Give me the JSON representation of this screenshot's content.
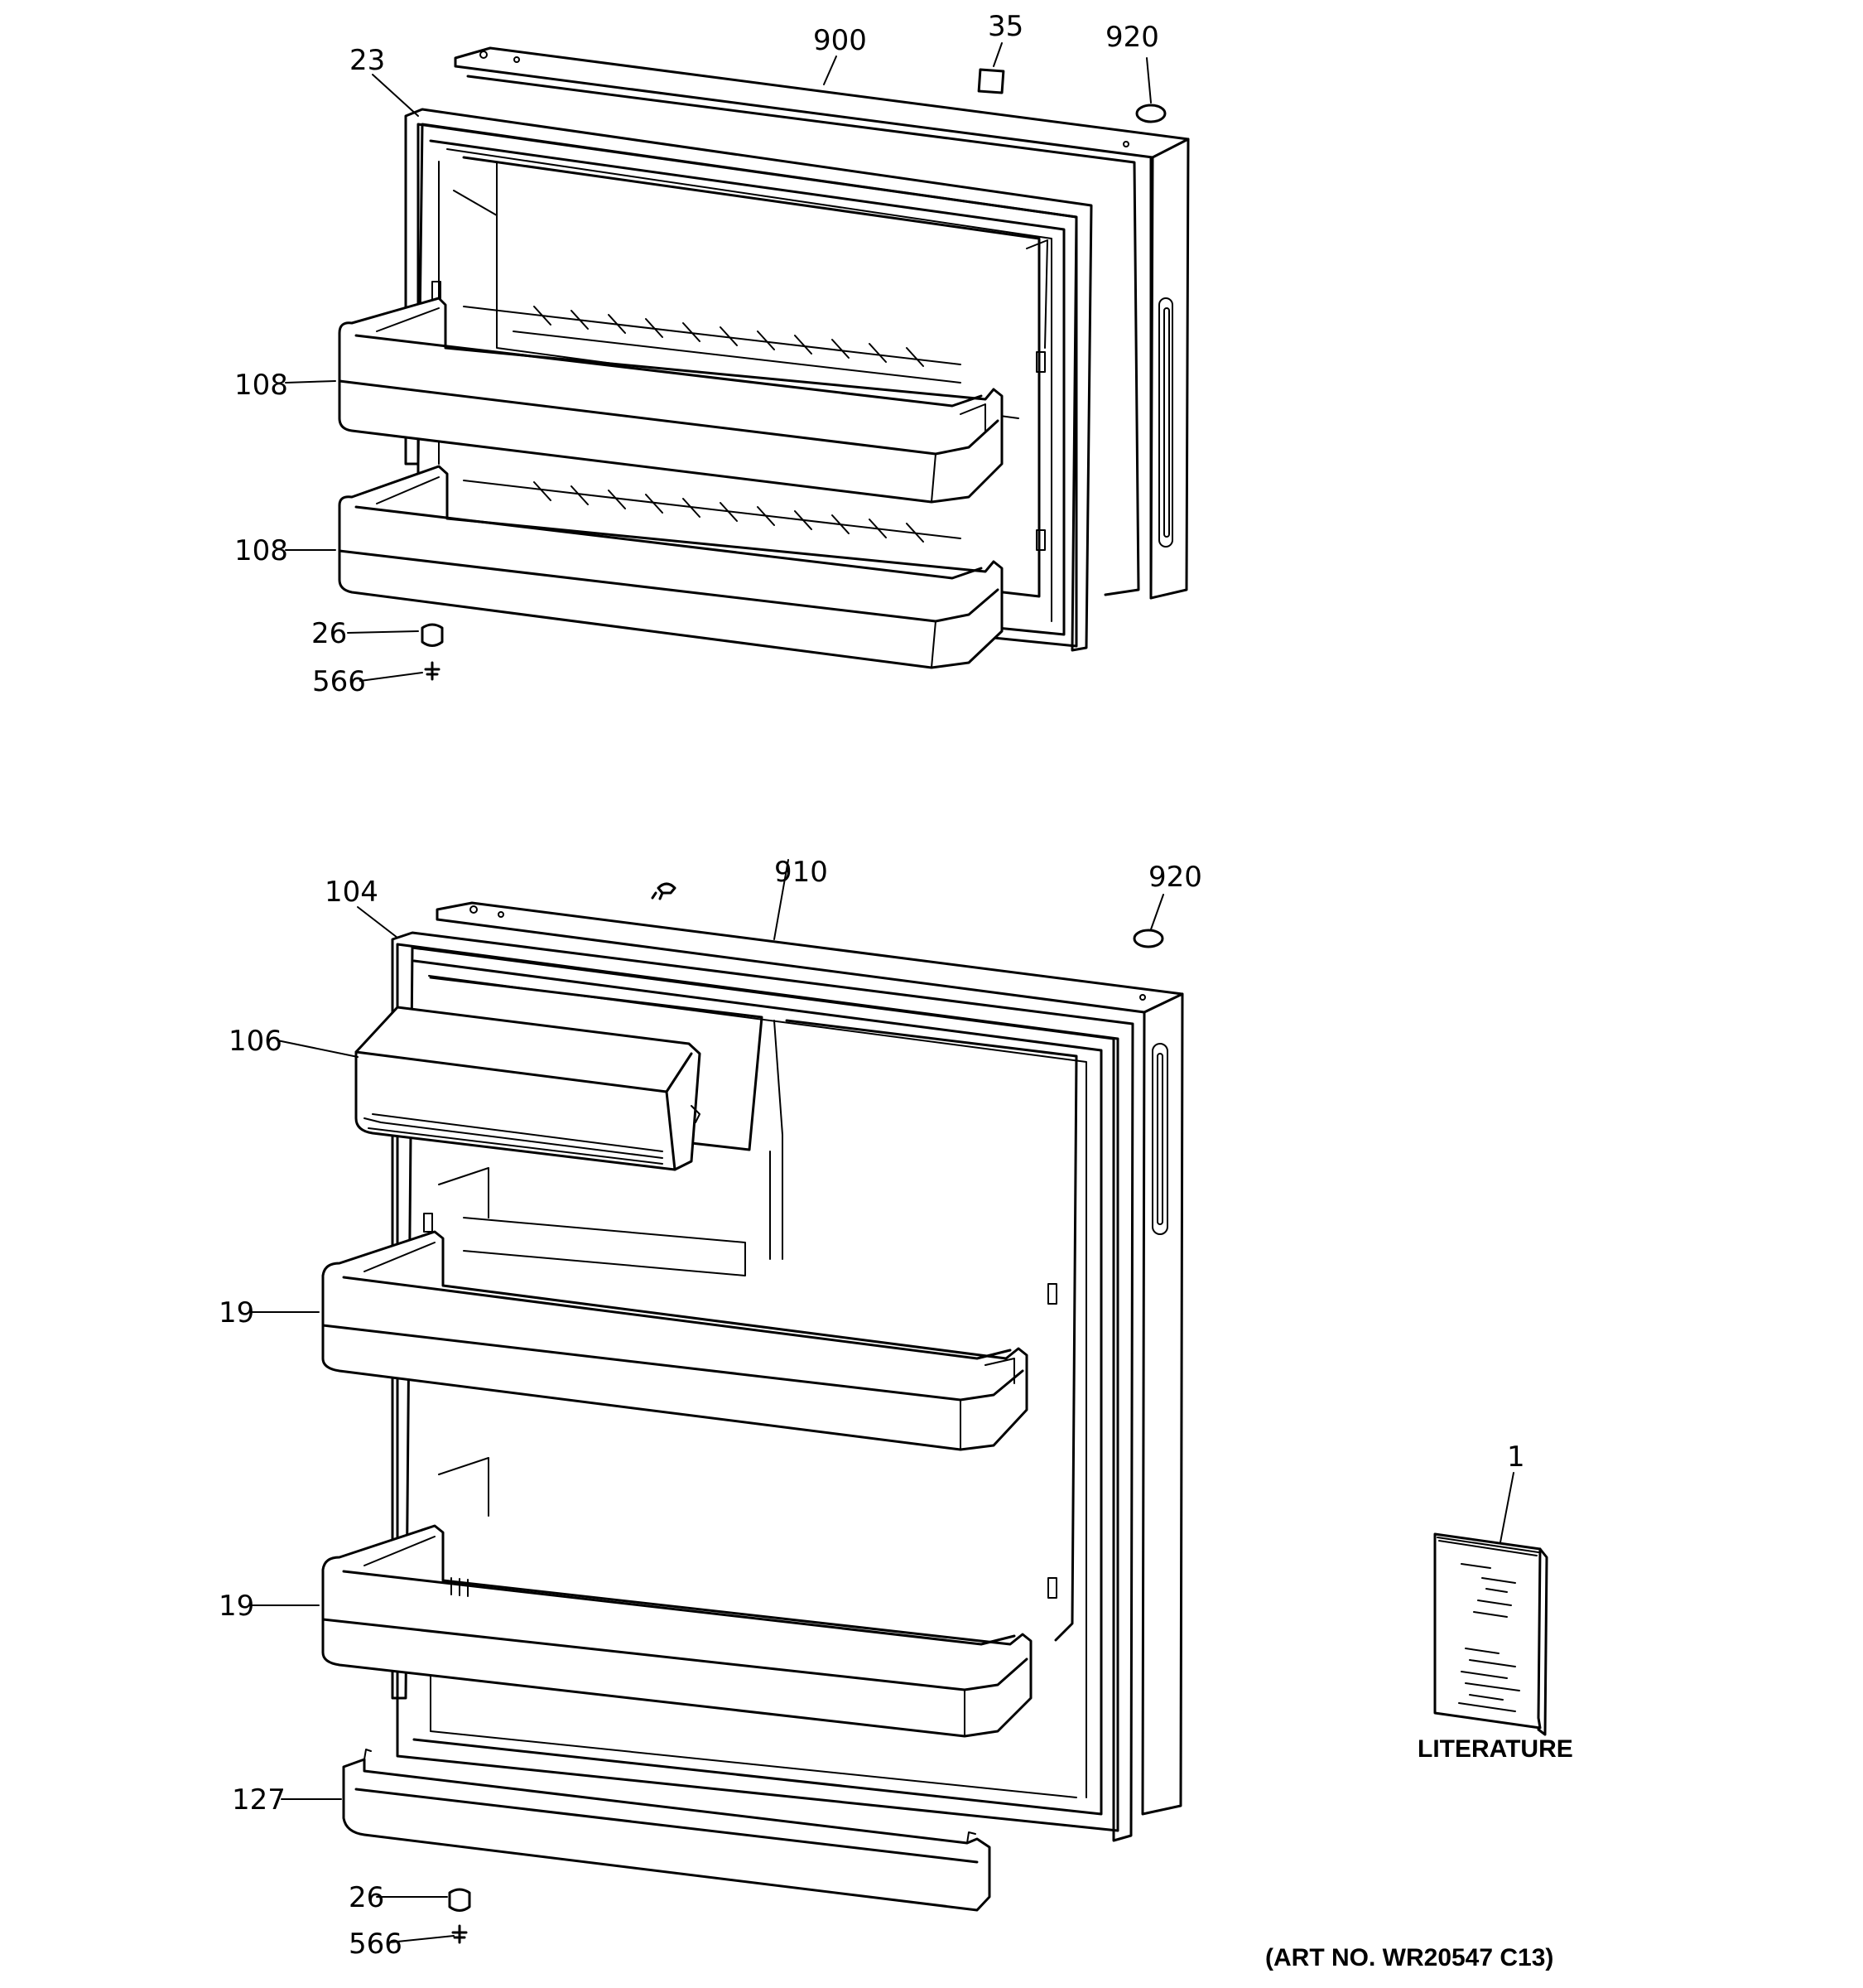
{
  "labels": {
    "upper_door_gasket": "23",
    "upper_door_panel": "900",
    "upper_door_part_35": "35",
    "upper_door_plug": "920",
    "upper_shelf_a": "108",
    "upper_shelf_b": "108",
    "upper_cap_26": "26",
    "upper_screw_566": "566",
    "lower_door_gasket": "104",
    "lower_door_panel": "910",
    "lower_door_plug": "920",
    "lower_dairy_bin": "106",
    "lower_shelf_a": "19",
    "lower_shelf_b": "19",
    "lower_bottom_rail": "127",
    "lower_cap_26": "26",
    "lower_screw_566": "566",
    "literature_item": "1"
  },
  "literature_caption": "LITERATURE",
  "art_number": "(ART NO. WR20547 C13)"
}
